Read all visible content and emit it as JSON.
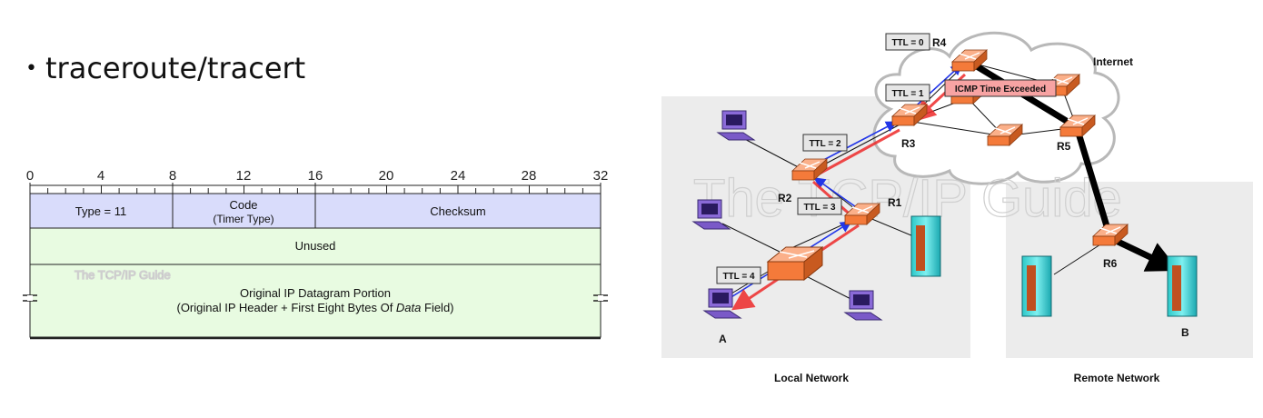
{
  "slide": {
    "bullet": "traceroute/tracert"
  },
  "icmp_header": {
    "bit_ticks": [
      "0",
      "4",
      "8",
      "12",
      "16",
      "20",
      "24",
      "28",
      "32"
    ],
    "type_field": "Type = 11",
    "code_field": "Code",
    "code_sub": "(Timer Type)",
    "checksum_field": "Checksum",
    "unused_field": "Unused",
    "datagram_line1": "Original IP Datagram Portion",
    "datagram_line2_a": "(Original IP Header + First Eight Bytes Of ",
    "datagram_line2_b": "Data",
    "datagram_line2_c": " Field)",
    "watermark": "The TCP/IP Guide"
  },
  "network": {
    "internet_label": "Internet",
    "local_label": "Local Network",
    "remote_label": "Remote Network",
    "watermark": "The TCP/IP Guide",
    "routers": [
      "R1",
      "R2",
      "R3",
      "R4",
      "R5",
      "R6"
    ],
    "host_a": "A",
    "host_b": "B",
    "ttl_labels": [
      "TTL = 0",
      "TTL = 1",
      "TTL = 2",
      "TTL = 3",
      "TTL = 4"
    ],
    "icmp_label": "ICMP Time Exceeded"
  },
  "colors": {
    "header_blue": "#d9dcfb",
    "header_green": "#e8fbe1",
    "router_orange": "#f47a3a",
    "forward_arrow": "#2236e8",
    "return_arrow": "#ee2a2a",
    "icmp_box": "#f7a3a3"
  }
}
